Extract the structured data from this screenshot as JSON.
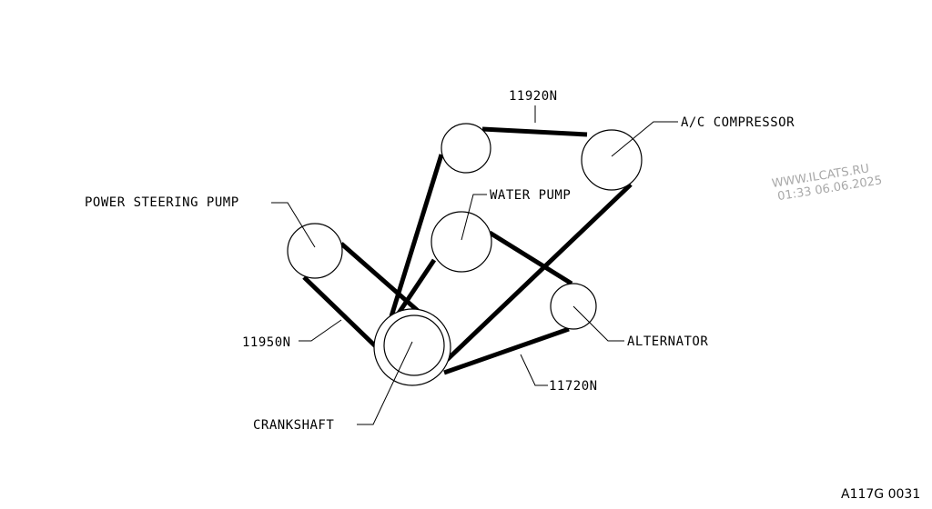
{
  "labels": {
    "belt_top": "11920N",
    "ac_compressor": "A/C COMPRESSOR",
    "water_pump": "WATER PUMP",
    "power_steering_pump": "POWER STEERING PUMP",
    "belt_ps": "11950N",
    "alternator": "ALTERNATOR",
    "belt_alt": "11720N",
    "crankshaft": "CRANKSHAFT"
  },
  "watermark": {
    "site": "WWW.ILCATS.RU",
    "timestamp": "01:33 06.06.2025"
  },
  "figure_code": "A117G 0031",
  "colors": {
    "line": "#000000",
    "background": "#ffffff",
    "watermark": "#a8a8a8"
  }
}
